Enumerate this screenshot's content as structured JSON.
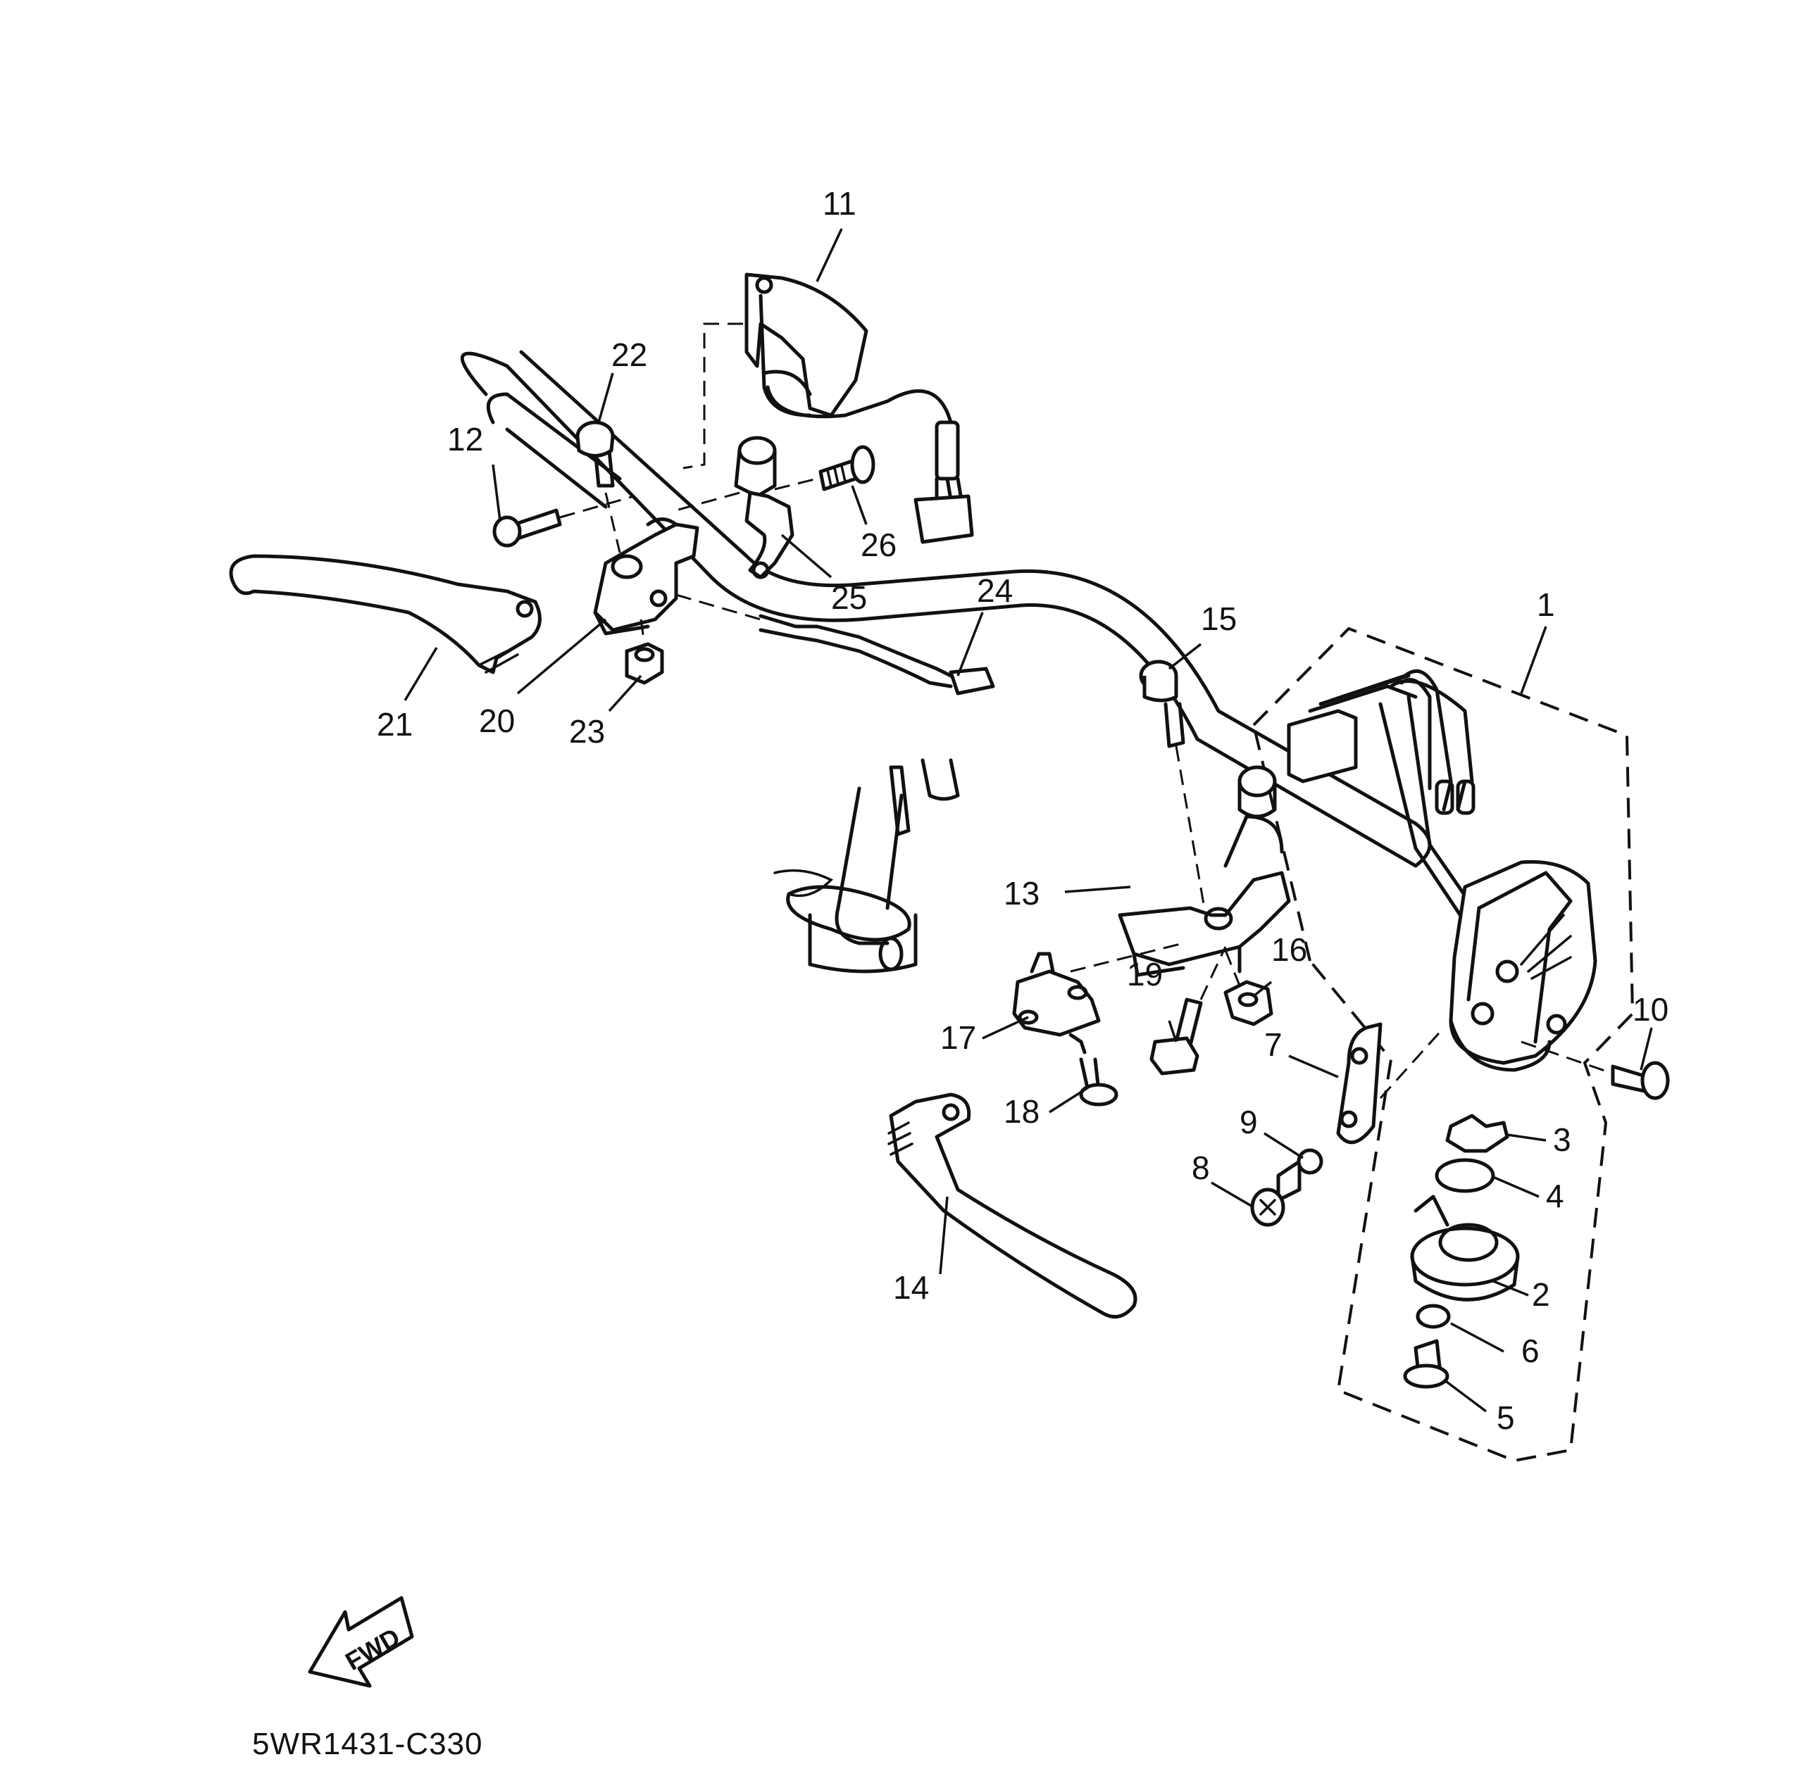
{
  "diagram": {
    "callouts": [
      {
        "id": "1",
        "label": "1"
      },
      {
        "id": "2",
        "label": "2"
      },
      {
        "id": "3",
        "label": "3"
      },
      {
        "id": "4",
        "label": "4"
      },
      {
        "id": "5",
        "label": "5"
      },
      {
        "id": "6",
        "label": "6"
      },
      {
        "id": "7",
        "label": "7"
      },
      {
        "id": "8",
        "label": "8"
      },
      {
        "id": "9",
        "label": "9"
      },
      {
        "id": "10",
        "label": "10"
      },
      {
        "id": "11",
        "label": "11"
      },
      {
        "id": "12",
        "label": "12"
      },
      {
        "id": "13",
        "label": "13"
      },
      {
        "id": "14",
        "label": "14"
      },
      {
        "id": "15",
        "label": "15"
      },
      {
        "id": "16",
        "label": "16"
      },
      {
        "id": "17",
        "label": "17"
      },
      {
        "id": "18",
        "label": "18"
      },
      {
        "id": "19",
        "label": "19"
      },
      {
        "id": "20",
        "label": "20"
      },
      {
        "id": "21",
        "label": "21"
      },
      {
        "id": "22",
        "label": "22"
      },
      {
        "id": "23",
        "label": "23"
      },
      {
        "id": "24",
        "label": "24"
      },
      {
        "id": "25",
        "label": "25"
      },
      {
        "id": "26",
        "label": "26"
      }
    ],
    "fwd_label": "FWD",
    "diagram_code": "5WR1431-C330"
  }
}
